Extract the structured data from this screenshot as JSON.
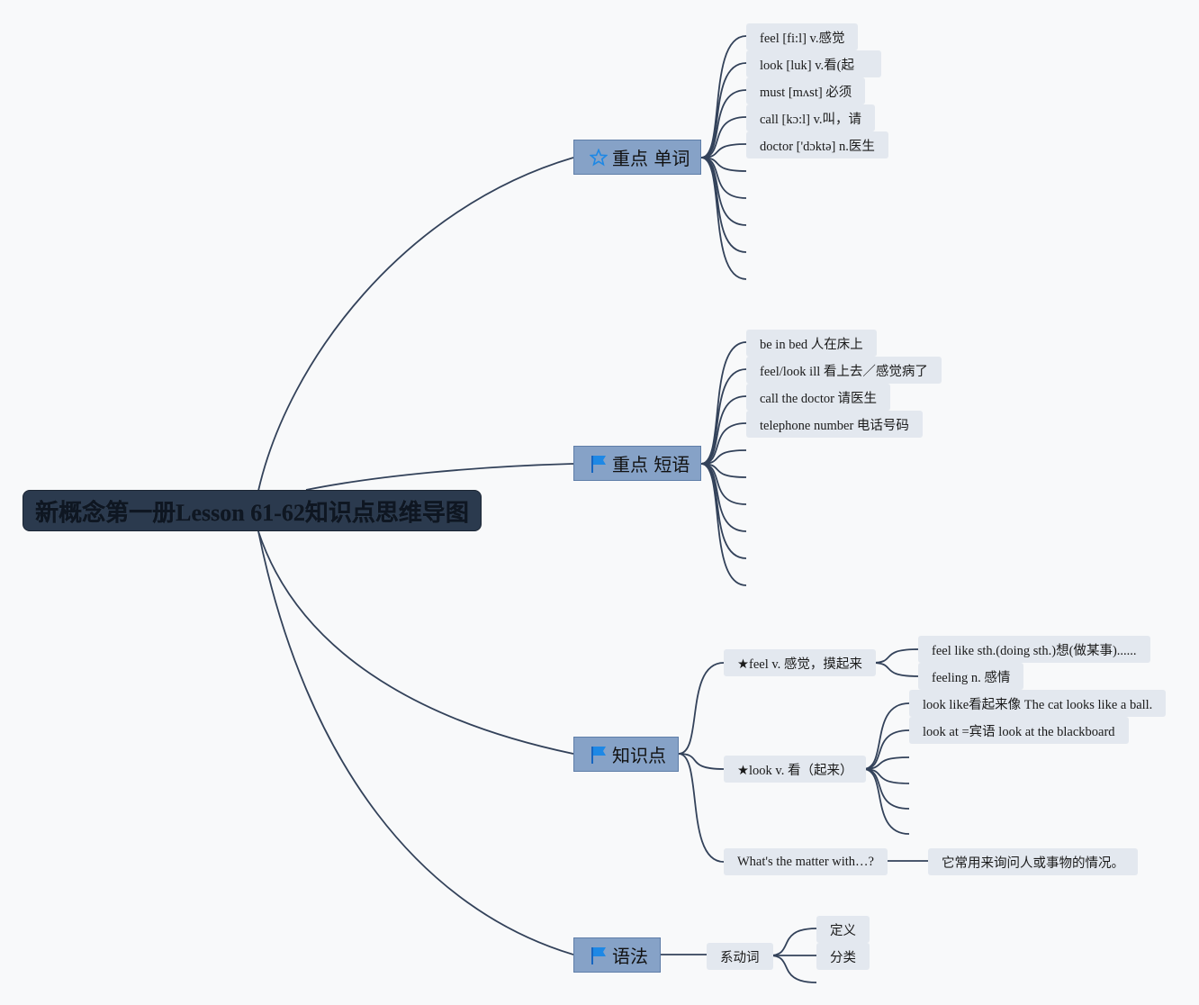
{
  "root": {
    "title": "新概念第一册Lesson 61-62知识点思维导图"
  },
  "topics": {
    "words": {
      "label": "重点 单词",
      "icon": "star-icon",
      "items": [
        "feel [fi:l] v.感觉",
        "look [luk] v.看(起",
        "must [mʌst] 必须",
        "call [kɔ:l] v.叫，请",
        "doctor ['dɔktə] n.医生"
      ]
    },
    "phrases": {
      "label": "重点 短语",
      "icon": "flag-icon",
      "items": [
        "be in bed 人在床上",
        "feel/look ill 看上去／感觉病了",
        "call the doctor 请医生",
        "telephone number 电话号码"
      ]
    },
    "knowledge": {
      "label": "知识点",
      "icon": "flag-icon",
      "feel": {
        "label": "★feel v. 感觉，摸起来",
        "items": [
          "feel like sth.(doing sth.)想(做某事)......",
          "feeling n. 感情"
        ]
      },
      "look": {
        "label": "★look v. 看（起来）",
        "items": [
          "look like看起来像 The cat looks like a ball.",
          "look at =宾语 look at the blackboard"
        ]
      },
      "matter": {
        "label": "What's the matter with…?",
        "item": "它常用来询问人或事物的情况。"
      }
    },
    "grammar": {
      "label": "语法",
      "icon": "flag-icon",
      "linking_verb": {
        "label": "系动词",
        "items": [
          "定义",
          "分类"
        ]
      }
    }
  },
  "colors": {
    "line": "#33425a",
    "topic_bg": "#86a2c7",
    "sub_bg": "#e3e8ef",
    "root_bg": "#2b3a4e",
    "icon": "#1e88e5"
  }
}
